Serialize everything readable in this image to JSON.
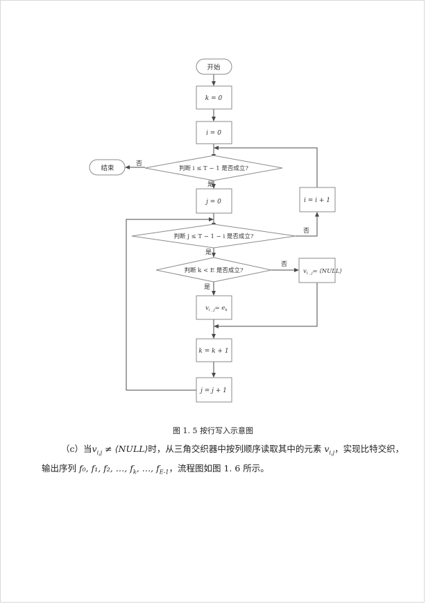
{
  "flowchart": {
    "start": "开始",
    "end": "结束",
    "k_init": "k = 0",
    "i_init": "i = 0",
    "cond_i": "判断 i ≤ T − 1 是否成立?",
    "j_init": "j = 0",
    "cond_j": "判断 j ≤ T − 1 − i 是否成立?",
    "cond_k": "判断 k < E 是否成立?",
    "assign_e": "v",
    "assign_e_sub": "i , j",
    "assign_e_rhs": "= e",
    "assign_e_rhs_sub": "k",
    "assign_null": "v",
    "assign_null_sub": "i , j",
    "assign_null_rhs": "= ⟨NULL⟩",
    "k_inc": "k = k + 1",
    "j_inc": "j = j + 1",
    "i_inc": "i = i + 1",
    "yes": "是",
    "no": "否"
  },
  "caption": "图 1. 5 按行写入示意图",
  "paragraph": {
    "line1_prefix": "（c）当",
    "line1_math": "v",
    "line1_math_sub": "i,j",
    "line1_math_rest": " ≠ ⟨NULL⟩",
    "line1_text": "时，从三角交织器中按列顺序读取其中的元素",
    "line1_math2": " v",
    "line1_math2_sub": "i,j",
    "line1_suffix": "，实现比特交织，",
    "line2_prefix": "输出序列",
    "line2_math": " f₀, f₁, f₂, …, f",
    "line2_math_sub": "k",
    "line2_math_rest": ", …, f",
    "line2_math_sub2": "E-1",
    "line2_suffix": "，流程图如图 1. 6 所示。"
  }
}
